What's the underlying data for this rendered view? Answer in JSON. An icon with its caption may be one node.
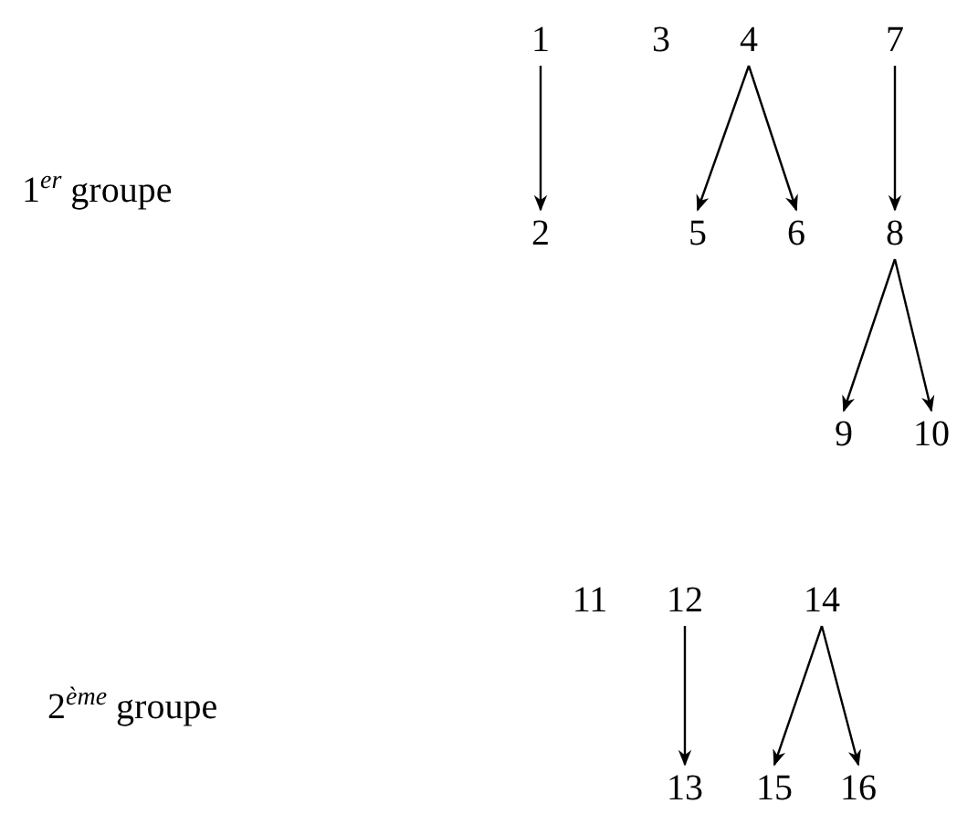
{
  "diagram": {
    "nodes": [
      {
        "text": [
          "1"
        ]
      },
      {
        "text": [
          "2"
        ]
      },
      {
        "text": [
          "3"
        ]
      },
      {
        "text": [
          "4"
        ]
      },
      {
        "text": [
          "5"
        ]
      },
      {
        "text": [
          "6"
        ]
      },
      {
        "text": [
          "7"
        ]
      },
      {
        "text": [
          "8"
        ]
      },
      {
        "text": [
          "9"
        ]
      },
      {
        "text": [
          "10"
        ]
      },
      {
        "text": [
          "11"
        ]
      },
      {
        "text": [
          "12"
        ]
      },
      {
        "text": [
          "13"
        ]
      },
      {
        "text": [
          "14"
        ]
      },
      {
        "text": [
          "15"
        ]
      },
      {
        "text": [
          "16"
        ]
      }
    ],
    "edges": [
      {
        "from": 0,
        "to": 1,
        "arrow": "to"
      },
      {
        "from": 3,
        "to": 4,
        "arrow": "to"
      },
      {
        "from": 3,
        "to": 5,
        "arrow": "to"
      },
      {
        "from": 6,
        "to": 7,
        "arrow": "to"
      },
      {
        "from": 7,
        "to": 8,
        "arrow": "to"
      },
      {
        "from": 7,
        "to": 9,
        "arrow": "to"
      },
      {
        "from": 11,
        "to": 12,
        "arrow": "to"
      },
      {
        "from": 13,
        "to": 14,
        "arrow": "to"
      },
      {
        "from": 13,
        "to": 15,
        "arrow": "to"
      }
    ],
    "labels": [
      "1$^{er}$ groupe",
      "2$^{ème}$ groupe"
    ]
  }
}
